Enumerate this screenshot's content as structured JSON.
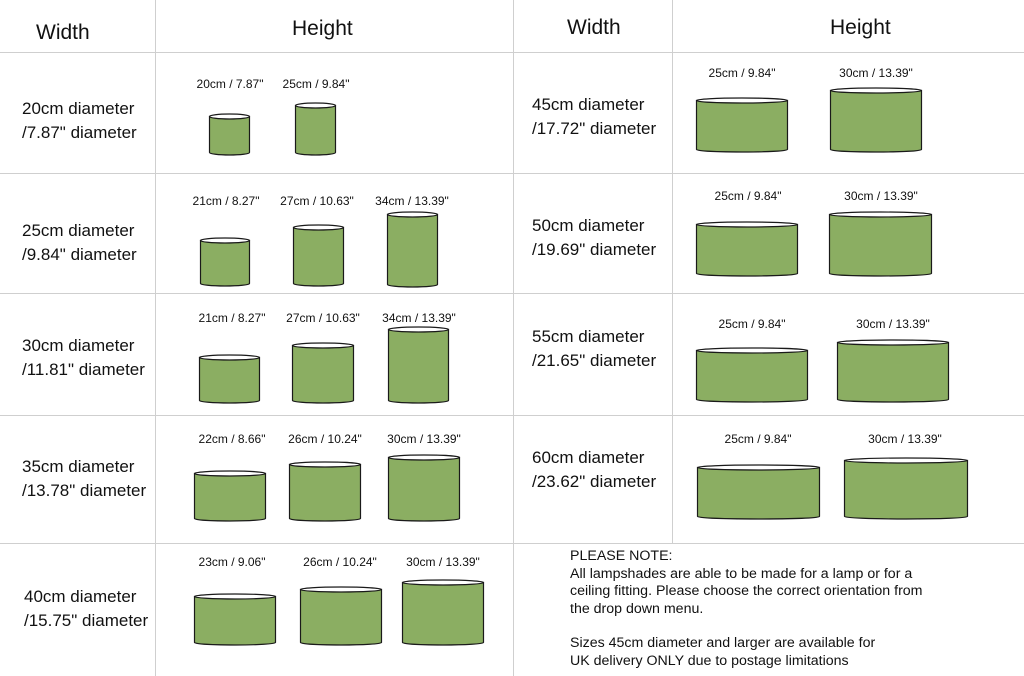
{
  "headers": {
    "left_width": "Width",
    "left_height": "Height",
    "right_width": "Width",
    "right_height": "Height"
  },
  "colors": {
    "shade_fill": "#8bae62",
    "shade_stroke": "#1a1a1a",
    "grid": "#cfcfcf"
  },
  "left_rows": [
    {
      "line1": "20cm diameter",
      "line2": "/7.87\" diameter",
      "sizes": [
        {
          "label": "20cm / 7.87\"",
          "height_cm": 20
        },
        {
          "label": "25cm / 9.84\"",
          "height_cm": 25
        }
      ]
    },
    {
      "line1": "25cm diameter",
      "line2": "/9.84\" diameter",
      "sizes": [
        {
          "label": "21cm / 8.27\"",
          "height_cm": 21
        },
        {
          "label": "27cm / 10.63\"",
          "height_cm": 27
        },
        {
          "label": "34cm / 13.39\"",
          "height_cm": 34
        }
      ]
    },
    {
      "line1": "30cm diameter",
      "line2": "/11.81\" diameter",
      "sizes": [
        {
          "label": "21cm / 8.27\"",
          "height_cm": 21
        },
        {
          "label": "27cm / 10.63\"",
          "height_cm": 27
        },
        {
          "label": "34cm / 13.39\"",
          "height_cm": 34
        }
      ]
    },
    {
      "line1": "35cm diameter",
      "line2": "/13.78\" diameter",
      "sizes": [
        {
          "label": "22cm / 8.66\"",
          "height_cm": 22
        },
        {
          "label": "26cm / 10.24\"",
          "height_cm": 26
        },
        {
          "label": "30cm / 13.39\"",
          "height_cm": 30
        }
      ]
    },
    {
      "line1": "40cm diameter",
      "line2": "/15.75\" diameter",
      "sizes": [
        {
          "label": "23cm / 9.06\"",
          "height_cm": 23
        },
        {
          "label": "26cm / 10.24\"",
          "height_cm": 26
        },
        {
          "label": "30cm / 13.39\"",
          "height_cm": 30
        }
      ]
    }
  ],
  "right_rows": [
    {
      "line1": "45cm diameter",
      "line2": "/17.72\" diameter",
      "sizes": [
        {
          "label": "25cm / 9.84\"",
          "height_cm": 25
        },
        {
          "label": "30cm / 13.39\"",
          "height_cm": 30
        }
      ]
    },
    {
      "line1": "50cm diameter",
      "line2": "/19.69\" diameter",
      "sizes": [
        {
          "label": "25cm / 9.84\"",
          "height_cm": 25
        },
        {
          "label": "30cm / 13.39\"",
          "height_cm": 30
        }
      ]
    },
    {
      "line1": "55cm diameter",
      "line2": "/21.65\" diameter",
      "sizes": [
        {
          "label": "25cm / 9.84\"",
          "height_cm": 25
        },
        {
          "label": "30cm / 13.39\"",
          "height_cm": 30
        }
      ]
    },
    {
      "line1": "60cm diameter",
      "line2": "/23.62\" diameter",
      "sizes": [
        {
          "label": "25cm / 9.84\"",
          "height_cm": 25
        },
        {
          "label": "30cm / 13.39\"",
          "height_cm": 30
        }
      ]
    }
  ],
  "note": {
    "title": "PLEASE NOTE:",
    "para1_lines": [
      "All lampshades are able to be made for a lamp or for a",
      "ceiling fitting. Please choose the correct orientation from",
      "the drop down menu."
    ],
    "para2_lines": [
      "Sizes 45cm diameter and larger are available for",
      "UK delivery ONLY due to postage limitations"
    ]
  }
}
